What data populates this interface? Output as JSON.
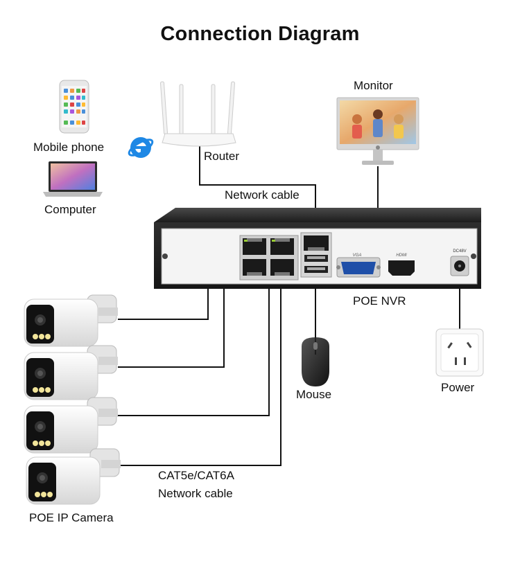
{
  "title": "Connection Diagram",
  "labels": {
    "mobile_phone": "Mobile phone",
    "computer": "Computer",
    "router": "Router",
    "monitor": "Monitor",
    "network_cable_top": "Network cable",
    "poe_nvr": "POE NVR",
    "mouse": "Mouse",
    "power": "Power",
    "cat_line1": "CAT5e/CAT6A",
    "cat_line2": "Network cable",
    "poe_ip_camera": "POE IP Camera"
  },
  "device_text": {
    "vga": "VGA",
    "hdmi": "HDMI",
    "dc": "DC48V"
  },
  "icons": [
    "mobile-phone-icon",
    "computer-icon",
    "browser-icon",
    "router-icon",
    "monitor-icon",
    "nvr-icon",
    "mouse-icon",
    "power-outlet-icon",
    "camera-icon"
  ],
  "colors": {
    "cable": "#111111",
    "nvr_body": "#2a2a2a",
    "browser_blue": "#1e88e5"
  }
}
